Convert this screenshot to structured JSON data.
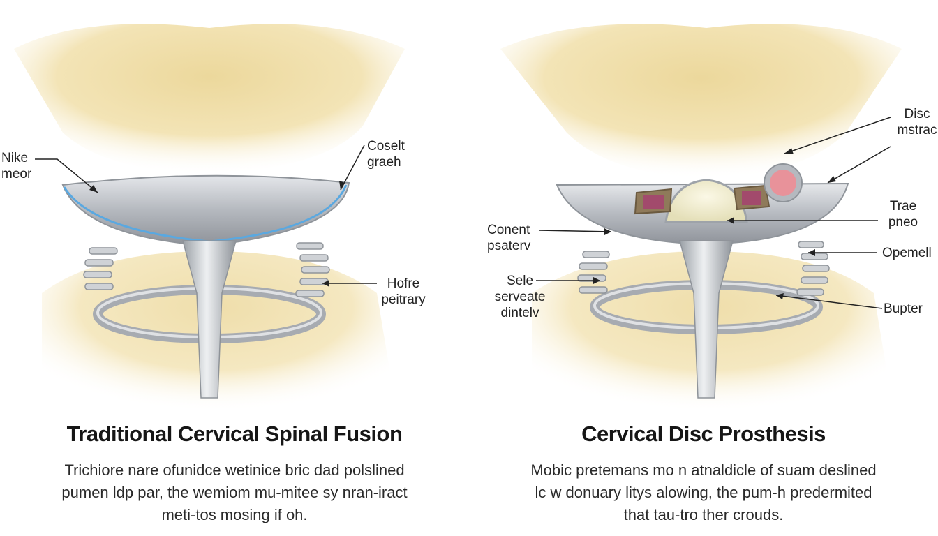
{
  "fusion": {
    "label_left": [
      "Nike",
      "meor"
    ],
    "label_top": [
      "Coselt",
      "graeh"
    ],
    "label_right": [
      "Hofre",
      "peitrary"
    ],
    "title": "Traditional Cervical Spinal Fusion",
    "description": [
      "Trichiore nare ofunidce wetinice bric dad polslined",
      "pumen ldp par, the wemiom mu-mitee sy nran-iract",
      "meti-tos mosing if oh."
    ]
  },
  "prosthesis": {
    "label_disc": [
      "Disc",
      "mstrac"
    ],
    "label_trae": [
      "Trae",
      "pneo"
    ],
    "label_conent": [
      "Conent",
      "psaterv"
    ],
    "label_opemell": "Opemell",
    "label_sele": [
      "Sele",
      "serveate",
      "dintelv"
    ],
    "label_bupter": "Bupter",
    "title": "Cervical Disc Prosthesis",
    "description": [
      "Mobic pretemans mo n atnaldicle of suam deslined",
      "lc w donuary litys alowing, the pum-h predermited",
      "that tau-tro ther crouds."
    ]
  },
  "colors": {
    "bone": "#f0dfa8",
    "implant": "#b8bcc2",
    "accent_blue": "#5aa8e0",
    "pink_button": "#e8929a",
    "square_inlay": "#a24a6c"
  }
}
